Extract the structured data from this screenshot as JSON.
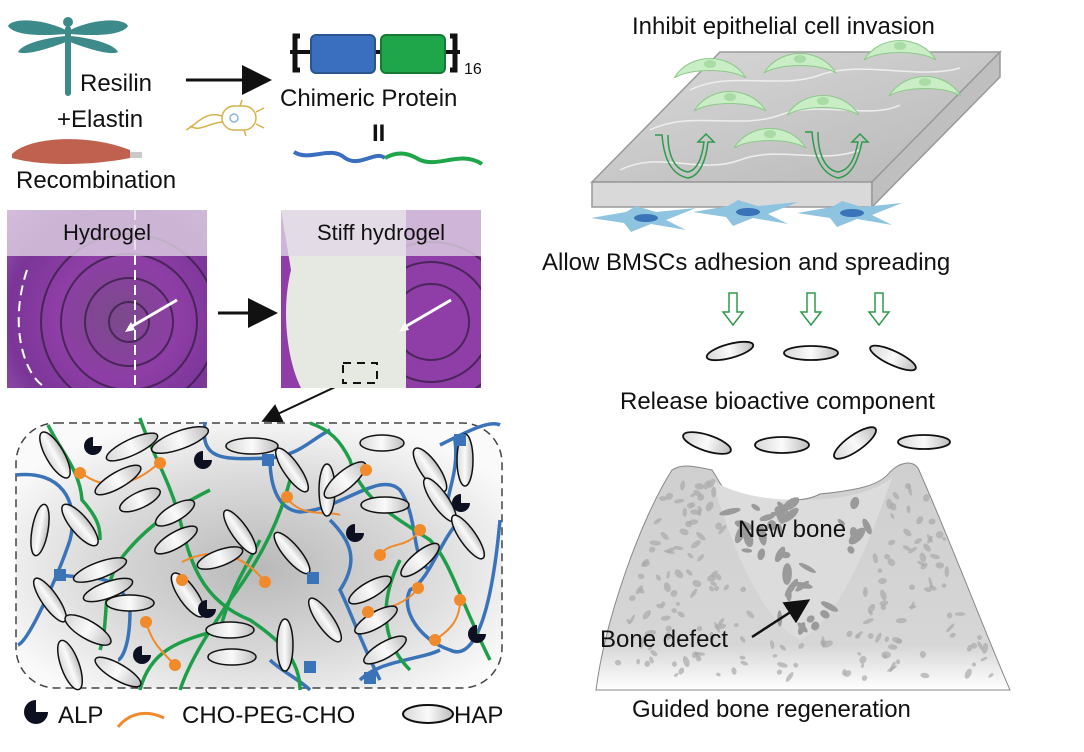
{
  "figure": {
    "top_left": {
      "source1": "Resilin",
      "source2": "+Elastin",
      "process": "Recombination",
      "product": "Chimeric Protein",
      "repeat_subscript": "16",
      "equivalence": "II",
      "colors": {
        "resilin_block": "#3a6fc0",
        "elastin_block": "#1fa64a",
        "dragonfly": "#3d8a8a",
        "muscle": "#c0614f"
      }
    },
    "photos": {
      "left_title": "Hydrogel",
      "right_title": "Stiff hydrogel"
    },
    "network_panel": {
      "legend": [
        {
          "icon": "alp-pacman-icon",
          "label": "ALP"
        },
        {
          "icon": "peg-curve-icon",
          "label": "CHO-PEG-CHO"
        },
        {
          "icon": "hap-ellipse-icon",
          "label": "HAP"
        }
      ],
      "colors": {
        "blue_chain": "#3b73b9",
        "green_chain": "#1f9e4a",
        "peg": "#f08a2a",
        "alp": "#0d1020"
      }
    },
    "right_panel": {
      "title_top": "Inhibit epithelial cell invasion",
      "label_mid": "Allow BMSCs adhesion and spreading",
      "label_release": "Release bioactive component",
      "label_new_bone": "New bone",
      "label_defect": "Bone defect",
      "label_bottom": "Guided bone regeneration",
      "colors": {
        "epithelial_cell": "#c9eec6",
        "bmsc": "#8fc4e0",
        "arrow": "#2e9a4c"
      }
    }
  }
}
